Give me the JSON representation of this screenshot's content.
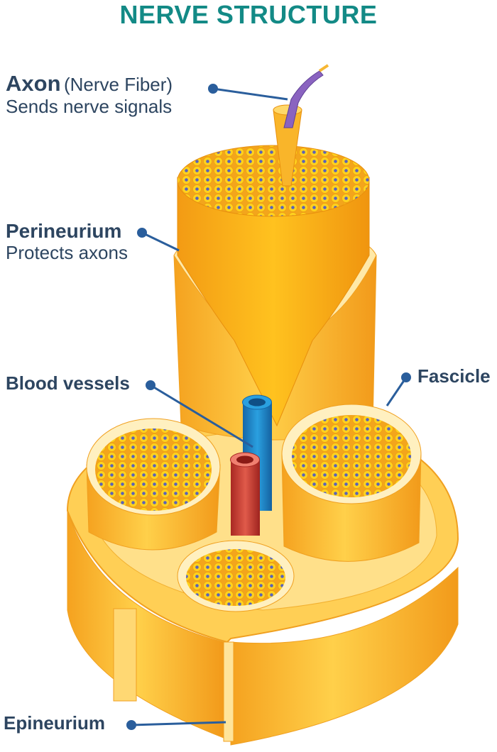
{
  "title": "NERVE STRUCTURE",
  "labels": {
    "axon": {
      "name": "Axon",
      "aside": "(Nerve Fiber)",
      "description": "Sends nerve signals"
    },
    "perineurium": {
      "name": "Perineurium",
      "description": "Protects axons"
    },
    "blood_vessels": {
      "name": "Blood vessels"
    },
    "fascicle": {
      "name": "Fascicle"
    },
    "epineurium": {
      "name": "Epineurium"
    }
  },
  "colors": {
    "title": "#138a86",
    "label_text": "#2d4560",
    "leader": "#2a5e9c",
    "tissue": "#f7b733",
    "axon_dot": "#5a63b8",
    "artery": "#c8332d",
    "vein": "#1f86c8"
  }
}
